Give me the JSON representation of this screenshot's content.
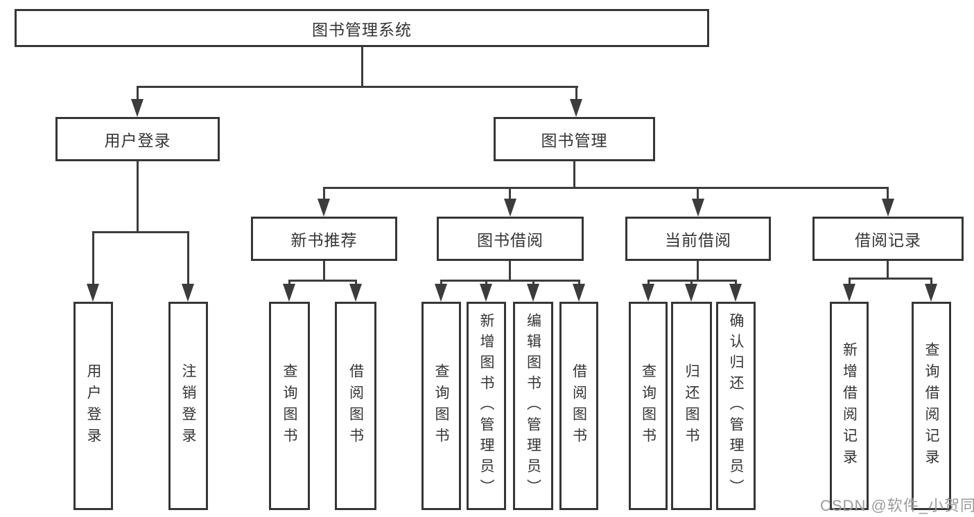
{
  "diagram": {
    "root": {
      "label": "图书管理系统"
    },
    "level1": [
      {
        "label": "用户登录"
      },
      {
        "label": "图书管理"
      }
    ],
    "level2": [
      {
        "label": "新书推荐"
      },
      {
        "label": "图书借阅"
      },
      {
        "label": "当前借阅"
      },
      {
        "label": "借阅记录"
      }
    ],
    "leaves": [
      {
        "label": "用户登录"
      },
      {
        "label": "注销登录"
      },
      {
        "label": "查询图书"
      },
      {
        "label": "借阅图书"
      },
      {
        "label": "查询图书"
      },
      {
        "label": "新增图书（管理员）"
      },
      {
        "label": "编辑图书（管理员）"
      },
      {
        "label": "借阅图书"
      },
      {
        "label": "查询图书"
      },
      {
        "label": "归还图书"
      },
      {
        "label": "确认归还（管理员）"
      },
      {
        "label": "新增借阅记录"
      },
      {
        "label": "查询借阅记录"
      }
    ],
    "watermark": "CSDN @软件_小贺同学",
    "colors": {
      "line": "#3c3c3c",
      "border": "#363636",
      "text": "#343434",
      "watermark": "#9b9b9b",
      "background": "#ffffff"
    }
  }
}
